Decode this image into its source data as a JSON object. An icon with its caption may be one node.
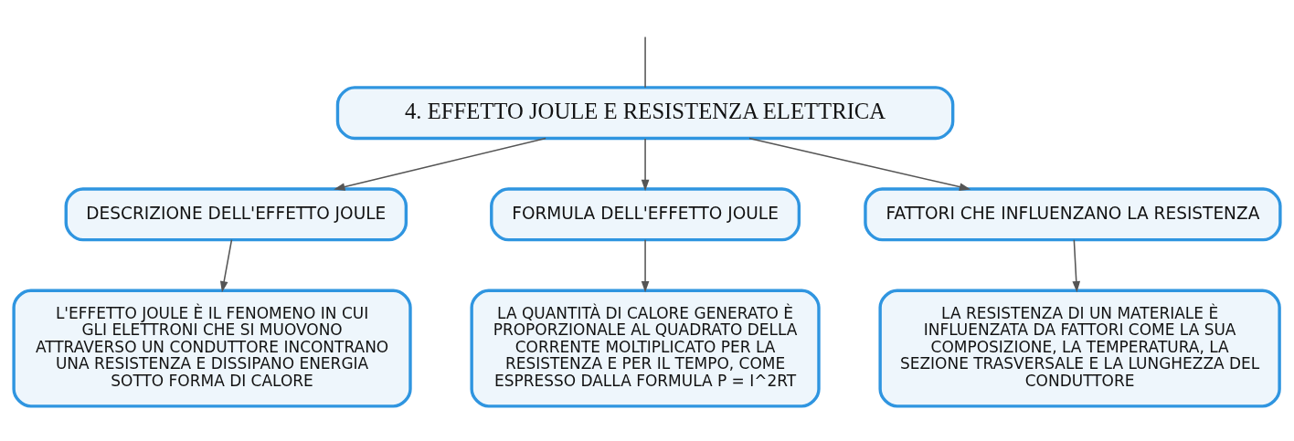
{
  "diagram": {
    "nodes": [
      {
        "text": [
          "4. EFFETTO JOULE E RESISTENZA ELETTRICA"
        ]
      },
      {
        "text": [
          "DESCRIZIONE DELL'EFFETTO JOULE"
        ]
      },
      {
        "text": [
          "FORMULA DELL'EFFETTO JOULE"
        ]
      },
      {
        "text": [
          "FATTORI CHE INFLUENZANO LA RESISTENZA"
        ]
      },
      {
        "text": [
          "L'EFFETTO JOULE È IL FENOMENO IN CUI GLI ELETTRONI CHE SI MUOVONO ATTRAVERSO UN CONDUTTORE INCONTRANO UNA RESISTENZA E DISSIPANO ENERGIA SOTTO FORMA DI CALORE"
        ]
      },
      {
        "text": [
          "LA QUANTITÀ DI CALORE GENERATO È PROPORZIONALE AL QUADRATO DELLA CORRENTE MOLTIPLICATO PER LA RESISTENZA E PER IL TEMPO, COME ESPRESSO DALLA FORMULA P = I^2RT"
        ]
      },
      {
        "text": [
          "LA RESISTENZA DI UN MATERIALE È INFLUENZATA DA FATTORI COME LA SUA COMPOSIZIONE, LA TEMPERATURA, LA SEZIONE TRASVERSALE E LA LUNGHEZZA DEL CONDUTTORE"
        ]
      }
    ],
    "edges": [
      {
        "from": null,
        "to": 0,
        "arrow": "none"
      },
      {
        "from": 0,
        "to": 1,
        "arrow": "to"
      },
      {
        "from": 0,
        "to": 2,
        "arrow": "to"
      },
      {
        "from": 0,
        "to": 3,
        "arrow": "to"
      },
      {
        "from": 1,
        "to": 4,
        "arrow": "to"
      },
      {
        "from": 2,
        "to": 5,
        "arrow": "to"
      },
      {
        "from": 3,
        "to": 6,
        "arrow": "to"
      }
    ]
  }
}
